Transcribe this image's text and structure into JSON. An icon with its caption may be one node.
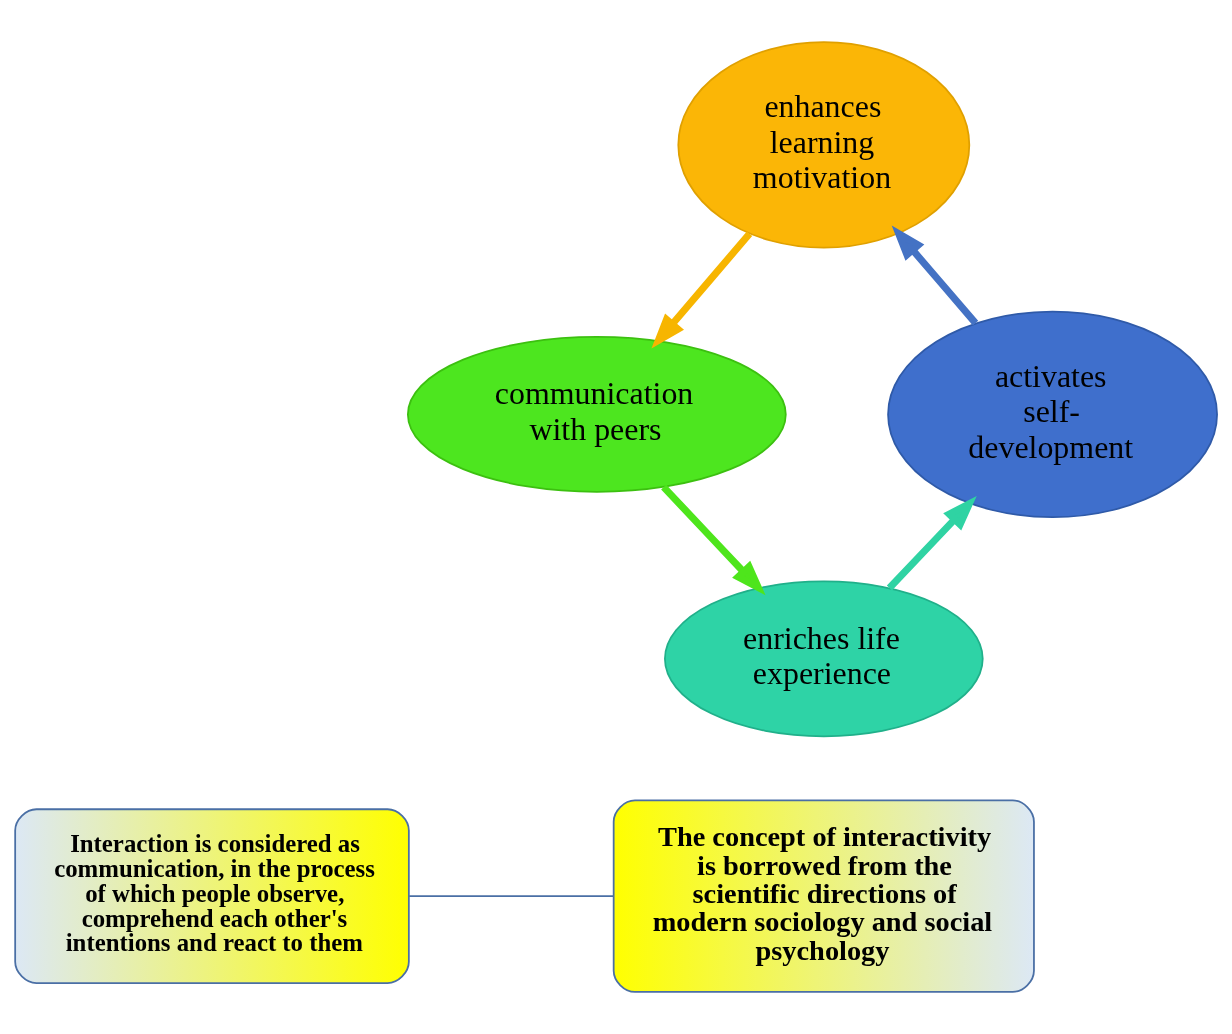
{
  "diagram": {
    "nodes": [
      {
        "text": [
          "enhances learning motivation"
        ]
      },
      {
        "text": [
          "communication with peers"
        ]
      },
      {
        "text": [
          "enriches life experience"
        ]
      },
      {
        "text": [
          "activates self-development"
        ]
      },
      {
        "text": [
          "The concept of interactivity is borrowed from the scientific directions of modern sociology and social psychology"
        ]
      },
      {
        "text": [
          "Interaction is considered as communication, in the process of which people observe, comprehend each other's intentions and react to them"
        ]
      }
    ],
    "edges": [
      {
        "from": 0,
        "to": 1,
        "arrow": "to",
        "color": "#f7b500"
      },
      {
        "from": 1,
        "to": 2,
        "arrow": "to",
        "color": "#4ee51c"
      },
      {
        "from": 2,
        "to": 3,
        "arrow": "to",
        "color": "#2fd3a3"
      },
      {
        "from": 3,
        "to": 0,
        "arrow": "to",
        "color": "#4472c4"
      },
      {
        "from": 5,
        "to": 4,
        "arrow": "none",
        "color": "#4a6fa5"
      }
    ]
  }
}
